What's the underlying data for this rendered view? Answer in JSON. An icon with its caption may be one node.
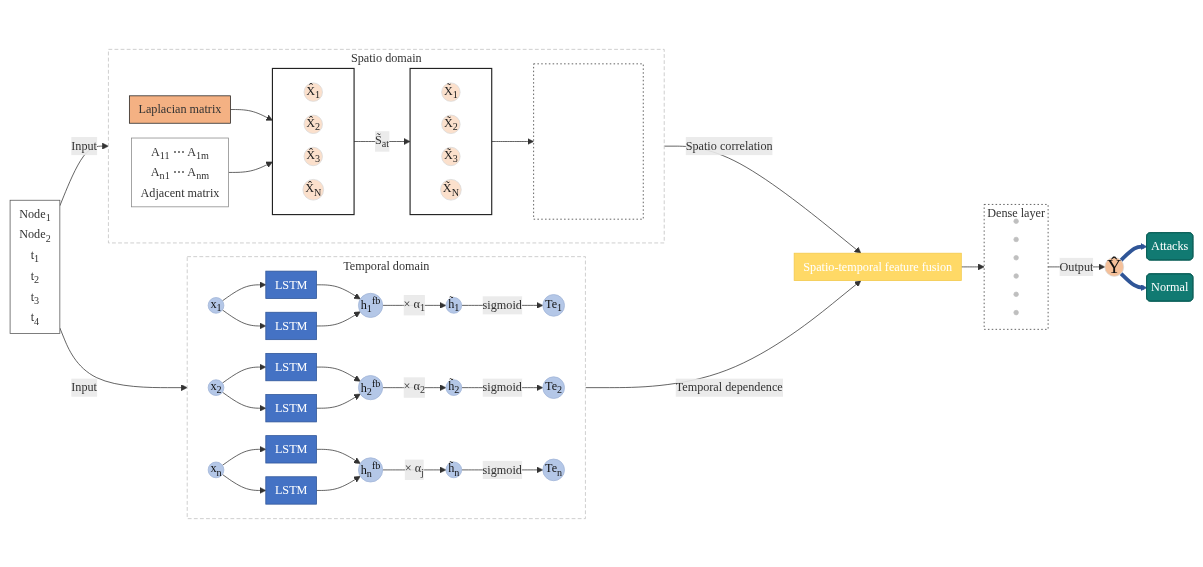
{
  "diagram": {
    "nodes": [
      {
        "text": [
          "Node$_{1}$",
          "Node$_{2}$",
          "t$_{1}$",
          "t$_{2}$",
          "t$_{3}$",
          "t$_{4}$"
        ]
      },
      {
        "text": [
          "Spatio domain"
        ]
      },
      {
        "text": [
          "Laplacian matrix"
        ],
        "in": 1
      },
      {
        "text": [
          "A$_{11}$ ⋯ A$_{1m}$",
          "A$_{n1}$ ⋯ A$_{nm}$",
          "Adjacent matrix"
        ],
        "in": 1
      },
      {
        "text": [],
        "shape": "box",
        "in": 1
      },
      {
        "text": [
          "X̂$_{1}$"
        ],
        "in": 4
      },
      {
        "text": [
          "X̂$_{2}$"
        ],
        "in": 4
      },
      {
        "text": [
          "X̂$_{3}$"
        ],
        "in": 4
      },
      {
        "text": [
          "X̂$_{N}$"
        ],
        "in": 4
      },
      {
        "text": [],
        "shape": "box",
        "in": 1
      },
      {
        "text": [
          "X̃$_{1}$"
        ],
        "in": 9
      },
      {
        "text": [
          "X̃$_{2}$"
        ],
        "in": 9
      },
      {
        "text": [
          "X̃$_{3}$"
        ],
        "in": 9
      },
      {
        "text": [
          "X̃$_{N}$"
        ],
        "in": 9
      },
      {
        "text": [],
        "shape": "box",
        "in": 1
      },
      {
        "text": [
          "Temporal domain"
        ]
      },
      {
        "text": [
          "x$_{1}$"
        ],
        "in": 15
      },
      {
        "text": [
          "LSTM"
        ],
        "in": 15
      },
      {
        "text": [
          "LSTM"
        ],
        "in": 15
      },
      {
        "text": [
          "h$_{1}$$^{fb}$"
        ],
        "in": 15
      },
      {
        "text": [
          "h̃$_{1}$"
        ],
        "in": 15
      },
      {
        "text": [
          "Te$_{1}$"
        ],
        "in": 15
      },
      {
        "text": [
          "x$_{2}$"
        ],
        "in": 15
      },
      {
        "text": [
          "LSTM"
        ],
        "in": 15
      },
      {
        "text": [
          "LSTM"
        ],
        "in": 15
      },
      {
        "text": [
          "h$_{2}$$^{fb}$"
        ],
        "in": 15
      },
      {
        "text": [
          "h̃$_{2}$"
        ],
        "in": 15
      },
      {
        "text": [
          "Te$_{2}$"
        ],
        "in": 15
      },
      {
        "text": [
          "x$_{n}$"
        ],
        "in": 15
      },
      {
        "text": [
          "LSTM"
        ],
        "in": 15
      },
      {
        "text": [
          "LSTM"
        ],
        "in": 15
      },
      {
        "text": [
          "h$_{n}$$^{fb}$"
        ],
        "in": 15
      },
      {
        "text": [
          "h̃$_{n}$"
        ],
        "in": 15
      },
      {
        "text": [
          "Te$_{n}$"
        ],
        "in": 15
      },
      {
        "text": [
          "Spatio-temporal feature fusion"
        ]
      },
      {
        "text": [
          "Dense layer"
        ]
      },
      {
        "text": [],
        "shape": "circle",
        "in": 35
      },
      {
        "text": [],
        "shape": "circle",
        "in": 35
      },
      {
        "text": [],
        "shape": "circle",
        "in": 35
      },
      {
        "text": [],
        "shape": "circle",
        "in": 35
      },
      {
        "text": [],
        "shape": "circle",
        "in": 35
      },
      {
        "text": [],
        "shape": "circle",
        "in": 35
      },
      {
        "text": [
          "Ŷ"
        ]
      },
      {
        "text": [
          "Attacks"
        ]
      },
      {
        "text": [
          "Normal"
        ]
      }
    ],
    "edges": [
      {
        "from": 0,
        "to": 1,
        "arrow": "to",
        "label": "Input"
      },
      {
        "from": 0,
        "to": 15,
        "arrow": "to",
        "label": "Input"
      },
      {
        "from": 2,
        "to": 4,
        "arrow": "to"
      },
      {
        "from": 3,
        "to": 4,
        "arrow": "to"
      },
      {
        "from": 4,
        "to": 9,
        "arrow": "to",
        "label": "S̃$_{at}$"
      },
      {
        "from": 9,
        "to": 14,
        "arrow": "to"
      },
      {
        "from": 16,
        "to": 17,
        "arrow": "to"
      },
      {
        "from": 16,
        "to": 18,
        "arrow": "to"
      },
      {
        "from": 17,
        "to": 19,
        "arrow": "to"
      },
      {
        "from": 18,
        "to": 19,
        "arrow": "to"
      },
      {
        "from": 19,
        "to": 20,
        "arrow": "to",
        "label": "× α$_{1}$"
      },
      {
        "from": 20,
        "to": 21,
        "arrow": "to",
        "label": "sigmoid"
      },
      {
        "from": 22,
        "to": 23,
        "arrow": "to"
      },
      {
        "from": 22,
        "to": 24,
        "arrow": "to"
      },
      {
        "from": 23,
        "to": 25,
        "arrow": "to"
      },
      {
        "from": 24,
        "to": 25,
        "arrow": "to"
      },
      {
        "from": 25,
        "to": 26,
        "arrow": "to",
        "label": "× α$_{2}$"
      },
      {
        "from": 26,
        "to": 27,
        "arrow": "to",
        "label": "sigmoid"
      },
      {
        "from": 28,
        "to": 29,
        "arrow": "to"
      },
      {
        "from": 28,
        "to": 30,
        "arrow": "to"
      },
      {
        "from": 29,
        "to": 31,
        "arrow": "to"
      },
      {
        "from": 30,
        "to": 31,
        "arrow": "to"
      },
      {
        "from": 31,
        "to": 32,
        "arrow": "to",
        "label": "× α$_{j}$"
      },
      {
        "from": 32,
        "to": 33,
        "arrow": "to",
        "label": "sigmoid"
      },
      {
        "from": 1,
        "to": 34,
        "arrow": "to",
        "label": "Spatio correlation"
      },
      {
        "from": 15,
        "to": 34,
        "arrow": "to",
        "label": "Temporal dependence"
      },
      {
        "from": 34,
        "to": 35,
        "arrow": "to"
      },
      {
        "from": 35,
        "to": 42,
        "arrow": "to",
        "label": "Output"
      },
      {
        "from": 42,
        "to": 43,
        "arrow": "to",
        "style": "thick",
        "color": "#2f5597"
      },
      {
        "from": 42,
        "to": 44,
        "arrow": "to",
        "style": "thick",
        "color": "#2f5597"
      }
    ]
  }
}
